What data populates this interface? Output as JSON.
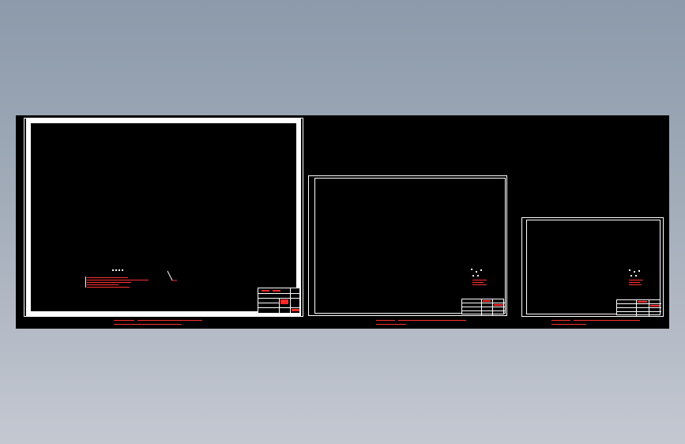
{
  "canvas": {
    "background": "#000000",
    "line_color": "#ffffff",
    "annotation_color": "#ff3030"
  },
  "sheets": [
    {
      "name": "sheet-large",
      "title_block_label": "",
      "notes": [
        "",
        "",
        "",
        "",
        ""
      ],
      "footer": [
        "",
        ""
      ]
    },
    {
      "name": "sheet-medium",
      "notes": [
        "",
        "",
        ""
      ],
      "footer": [
        "",
        ""
      ]
    },
    {
      "name": "sheet-small",
      "notes": [
        "",
        "",
        ""
      ],
      "footer": [
        "",
        ""
      ]
    }
  ]
}
